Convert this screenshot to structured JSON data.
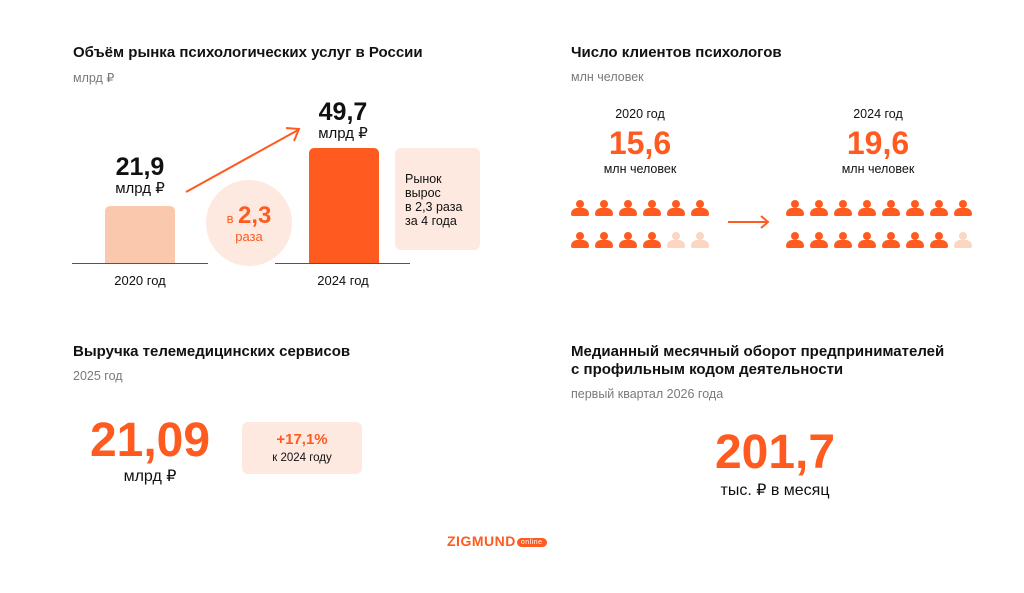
{
  "market": {
    "title": "Объём рынка психологических услуг в России",
    "unit": "млрд ₽",
    "bars": [
      {
        "year": "2020 год",
        "value": "21,9",
        "unit": "млрд ₽"
      },
      {
        "year": "2024 год",
        "value": "49,7",
        "unit": "млрд ₽"
      }
    ],
    "growth": {
      "prefix": "в",
      "value": "2,3",
      "suffix": "раза"
    },
    "note": [
      "Рынок",
      "вырос",
      "в 2,3 раза",
      "за 4 года"
    ]
  },
  "clients": {
    "title": "Число клиентов психологов",
    "unit": "млн человек",
    "groups": [
      {
        "year": "2020 год",
        "value": "15,6",
        "unit": "млн человек",
        "full_icons": 10,
        "total_icons": 12
      },
      {
        "year": "2024 год",
        "value": "19,6",
        "unit": "млн человек",
        "full_icons": 15,
        "total_icons": 16
      }
    ],
    "arrow_icon": "arrow-right-icon",
    "person_icon": "person-icon"
  },
  "telemed": {
    "title": "Выручка телемедицинских сервисов",
    "period": "2025 год",
    "value": "21,09",
    "unit": "млрд ₽",
    "growth_value": "+17,1%",
    "growth_text": "к 2024 году"
  },
  "turnover": {
    "title_line1": "Медианный месячный оборот предпринимателей",
    "title_line2": "с профильным кодом деятельности",
    "period": "первый квартал 2026 года",
    "value": "201,7",
    "unit": "тыс. ₽ в месяц"
  },
  "logo": {
    "text": "ZIGMUND",
    "badge": "online"
  },
  "colors": {
    "accent": "#ff5a1f",
    "light": "#f9c8ad",
    "pale": "#fde9df"
  },
  "chart_data": [
    {
      "type": "bar",
      "title": "Объём рынка психологических услуг в России",
      "ylabel": "млрд ₽",
      "categories": [
        "2020 год",
        "2024 год"
      ],
      "values": [
        21.9,
        49.7
      ],
      "annotations": [
        "в 2,3 раза",
        "Рынок вырос в 2,3 раза за 4 года"
      ]
    },
    {
      "type": "table",
      "title": "Число клиентов психологов",
      "ylabel": "млн человек",
      "categories": [
        "2020 год",
        "2024 год"
      ],
      "values": [
        15.6,
        19.6
      ]
    }
  ]
}
